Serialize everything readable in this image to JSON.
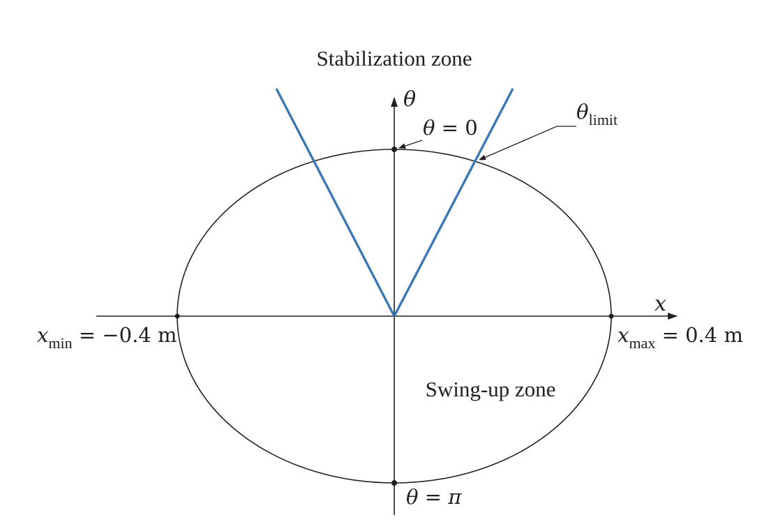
{
  "zones": {
    "stabilization": "Stabilization zone",
    "swing_up": "Swing-up zone"
  },
  "axes": {
    "vertical_symbol": "θ",
    "horizontal_symbol": "x"
  },
  "labels": {
    "theta_zero": {
      "symbol": "θ",
      "rest": " = 0"
    },
    "theta_pi": {
      "symbol": "θ",
      "eq": " = ",
      "value": "π"
    },
    "theta_limit": {
      "symbol": "θ",
      "subscript": "limit"
    },
    "x_min": {
      "symbol": "x",
      "subscript": "min",
      "rest": " = −0.4 m"
    },
    "x_max": {
      "symbol": "x",
      "subscript": "max",
      "rest": " = 0.4 m"
    }
  },
  "colors": {
    "ink": "#231f20",
    "limit_lines": "#3a78b5"
  }
}
